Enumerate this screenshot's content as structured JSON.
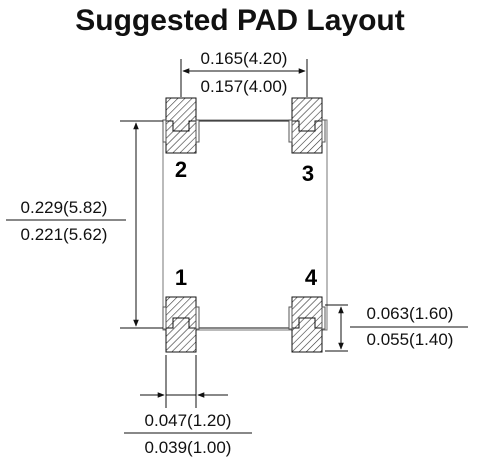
{
  "title": "Suggested PAD Layout",
  "pins": {
    "p1": "1",
    "p2": "2",
    "p3": "3",
    "p4": "4"
  },
  "dims": {
    "width_max": "0.165(4.20)",
    "width_min": "0.157(4.00)",
    "height_max": "0.229(5.82)",
    "height_min": "0.221(5.62)",
    "pad_h_max": "0.063(1.60)",
    "pad_h_min": "0.055(1.40)",
    "pad_w_max": "0.047(1.20)",
    "pad_w_min": "0.039(1.00)"
  },
  "colors": {
    "ink": "#111111",
    "hatch": "#333333",
    "outline": "#555555"
  }
}
